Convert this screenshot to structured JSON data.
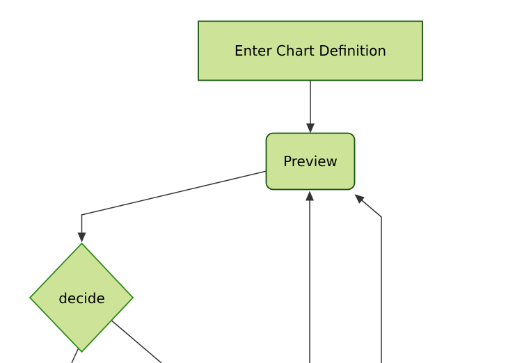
{
  "diagram": {
    "type": "flowchart",
    "direction": "top-down",
    "nodes": [
      {
        "id": "A",
        "label": "Enter Chart Definition",
        "shape": "rectangle"
      },
      {
        "id": "B",
        "label": "Preview",
        "shape": "rounded-rectangle"
      },
      {
        "id": "C",
        "label": "decide",
        "shape": "diamond"
      }
    ],
    "edges": [
      {
        "from": "A",
        "to": "B",
        "arrowhead": true
      },
      {
        "from": "B",
        "to": "C",
        "arrowhead": true
      },
      {
        "from": "C",
        "to": "offscreen-bottom-left",
        "arrowhead": false
      },
      {
        "from": "C",
        "to": "offscreen-bottom-right",
        "arrowhead": false
      },
      {
        "from": "offscreen-bottom",
        "to": "B",
        "arrowhead": true
      },
      {
        "from": "offscreen-bottom-right",
        "to": "B",
        "arrowhead": true
      }
    ],
    "colors": {
      "background": "#ffffff",
      "node_fill": "#cde498",
      "node_stroke": "#13540c",
      "decision_stroke": "#2f8a1d",
      "edge": "#333333",
      "label": "#000000"
    }
  }
}
